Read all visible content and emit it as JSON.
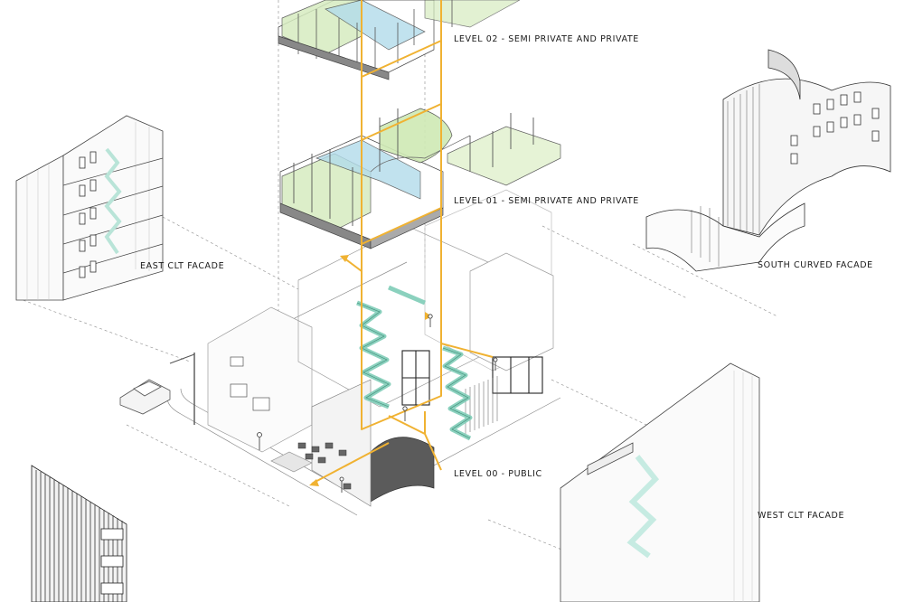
{
  "labels": {
    "level_02": "LEVEL 02 - SEMI PRIVATE AND PRIVATE",
    "level_01": "LEVEL 01 - SEMI PRIVATE AND PRIVATE",
    "level_00": "LEVEL 00 - PUBLIC",
    "east_facade": "EAST CLT FACADE",
    "south_facade": "SOUTH CURVED FACADE",
    "west_facade": "WEST CLT FACADE"
  },
  "colors": {
    "circulation": "#f0b232",
    "stair": "#8fd8c4",
    "private_zone": "#cfe9b4",
    "semi_private_zone": "#a9dbe8",
    "linework": "#333333",
    "light_linework": "#b5b5b5"
  }
}
